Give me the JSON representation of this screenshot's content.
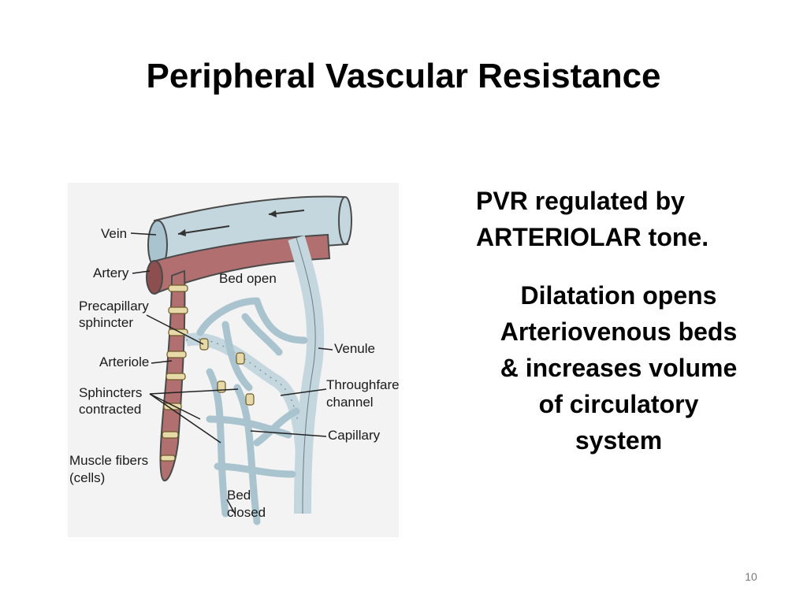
{
  "slide": {
    "title": "Peripheral Vascular Resistance",
    "number": "10"
  },
  "bullets": [
    [
      "PVR regulated by",
      "ARTERIOLAR tone."
    ],
    [
      "Dilatation opens",
      "Arteriovenous beds",
      "& increases volume",
      "of circulatory",
      "system"
    ]
  ],
  "diagram": {
    "labels": {
      "vein": "Vein",
      "artery": "Artery",
      "bed_open": "Bed open",
      "precapillary_1": "Precapillary",
      "precapillary_2": "sphincter",
      "arteriole": "Arteriole",
      "sphincters_1": "Sphincters",
      "sphincters_2": "contracted",
      "muscle_1": "Muscle fibers",
      "muscle_2": "(cells)",
      "venule": "Venule",
      "throughfare_1": "Throughfare",
      "throughfare_2": "channel",
      "capillary": "Capillary",
      "bed_closed_1": "Bed",
      "bed_closed_2": "closed"
    },
    "colors": {
      "vein": "#c5d7de",
      "artery": "#b26f6f",
      "sphincter": "#e8d9a8"
    }
  }
}
